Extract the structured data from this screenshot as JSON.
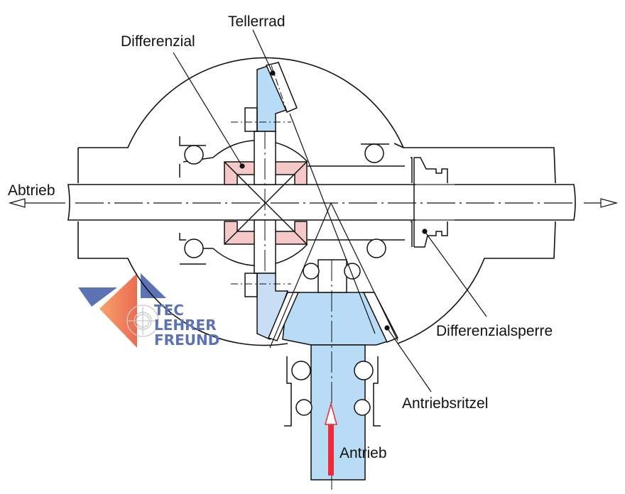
{
  "diagram": {
    "type": "technical-drawing",
    "subject": "differential gear cross-section",
    "colors": {
      "line": "#111111",
      "bevel_gear_fill": "#b8dcf5",
      "differential_fill": "#f4c9c7",
      "drive_arrow": "#ec2a3a",
      "logo_blue": "#5b73b5",
      "logo_orange_start": "#f6a26a",
      "logo_orange_end": "#ec6b52"
    },
    "labels": {
      "tellerrad": "Tellerrad",
      "differenzial": "Differenzial",
      "abtrieb": "Abtrieb",
      "differenzialsperre": "Differenzialsperre",
      "antriebsritzel": "Antriebsritzel",
      "antrieb": "Antrieb"
    },
    "logo": {
      "line1": "TEC",
      "line2": "LEHRER",
      "line3": "FREUND"
    }
  }
}
